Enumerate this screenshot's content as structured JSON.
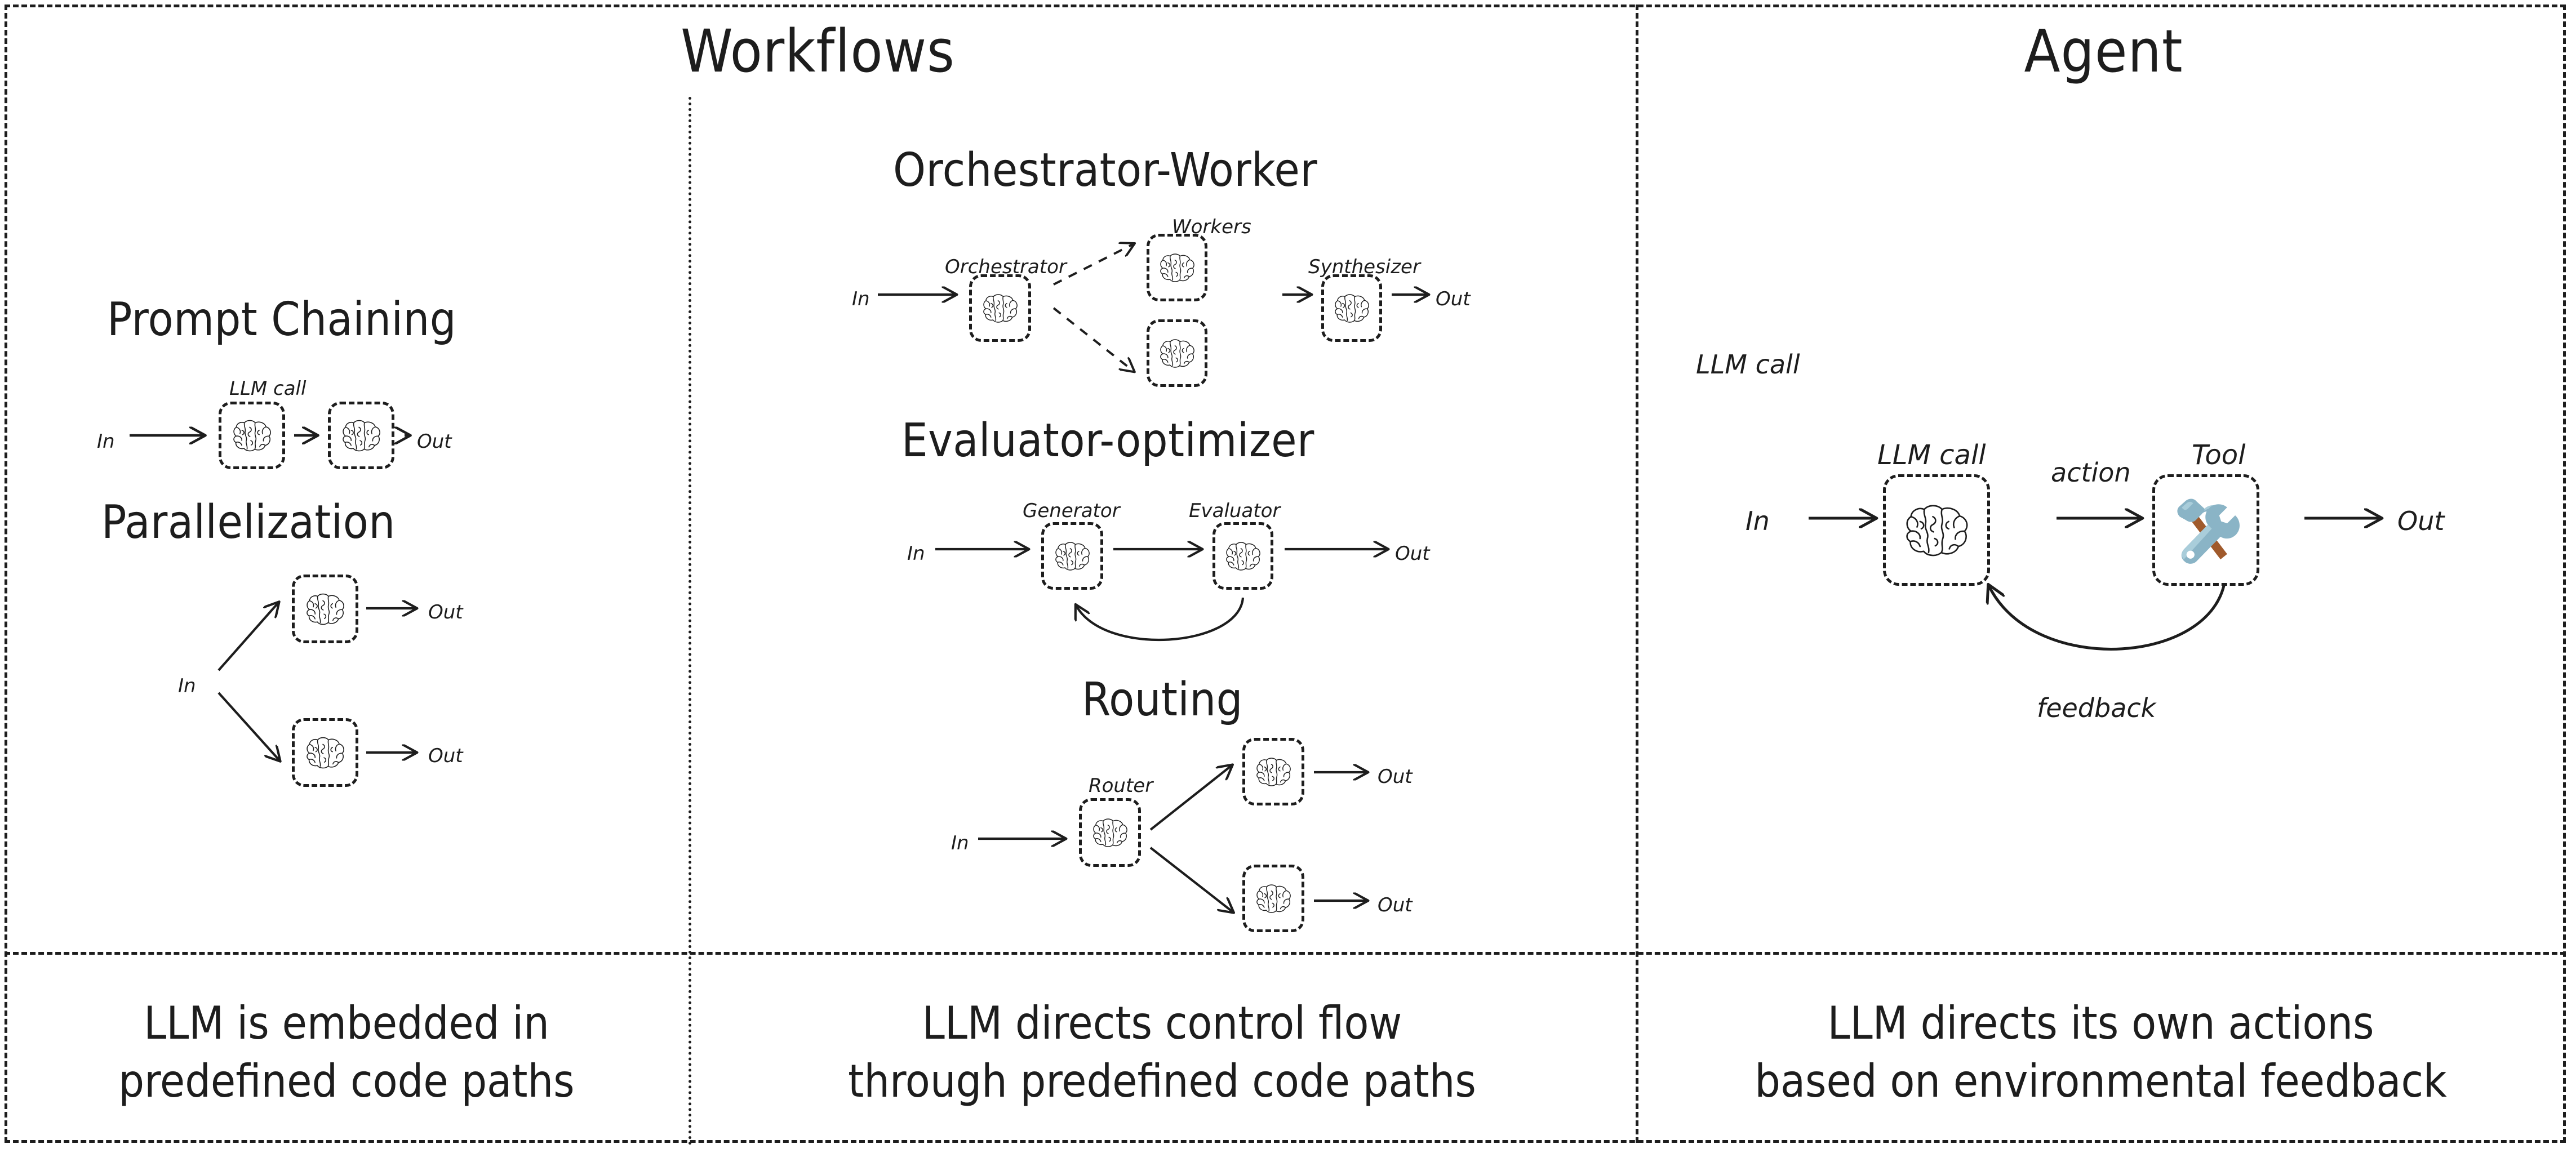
{
  "figure": {
    "title_workflows": "Workflows",
    "title_agent": "Agent"
  },
  "colors": {
    "ink": "#1d1d1d",
    "background": "#ffffff",
    "tool_metal": "#8ab4c6",
    "tool_metal_dark": "#6d9cb0",
    "tool_handle": "#a05a2c"
  },
  "tokens": {
    "in": "In",
    "out": "Out",
    "action": "action",
    "feedback": "feedback"
  },
  "diagrams": {
    "prompt_chaining": {
      "title": "Prompt Chaining",
      "node_label": "LLM call",
      "in": "In",
      "out": "Out",
      "nodes": [
        "brain",
        "brain"
      ]
    },
    "parallelization": {
      "title": "Parallelization",
      "in": "In",
      "out_top": "Out",
      "out_bottom": "Out",
      "nodes": [
        "brain",
        "brain"
      ]
    },
    "orchestrator_worker": {
      "title": "Orchestrator-Worker",
      "label_orchestrator": "Orchestrator",
      "label_workers": "Workers",
      "label_synthesizer": "Synthesizer",
      "in": "In",
      "out": "Out"
    },
    "evaluator_optimizer": {
      "title": "Evaluator-optimizer",
      "label_generator": "Generator",
      "label_evaluator": "Evaluator",
      "in": "In",
      "out": "Out"
    },
    "routing": {
      "title": "Routing",
      "label_router": "Router",
      "in": "In",
      "out_top": "Out",
      "out_bottom": "Out"
    },
    "agent": {
      "label_llm_call": "LLM call",
      "label_tool": "Tool",
      "in": "In",
      "out": "Out",
      "action": "action",
      "feedback": "feedback"
    }
  },
  "captions": {
    "workflows_left": {
      "line1": "LLM is embedded in",
      "line2": "predefined code paths"
    },
    "workflows_right": {
      "line1": "LLM directs control flow",
      "line2": "through predefined code paths"
    },
    "agent": {
      "line1": "LLM directs its own actions",
      "line2": "based on environmental feedback"
    }
  },
  "icons": {
    "brain": "brain-icon",
    "tool": "hammer-and-wrench-icon"
  }
}
